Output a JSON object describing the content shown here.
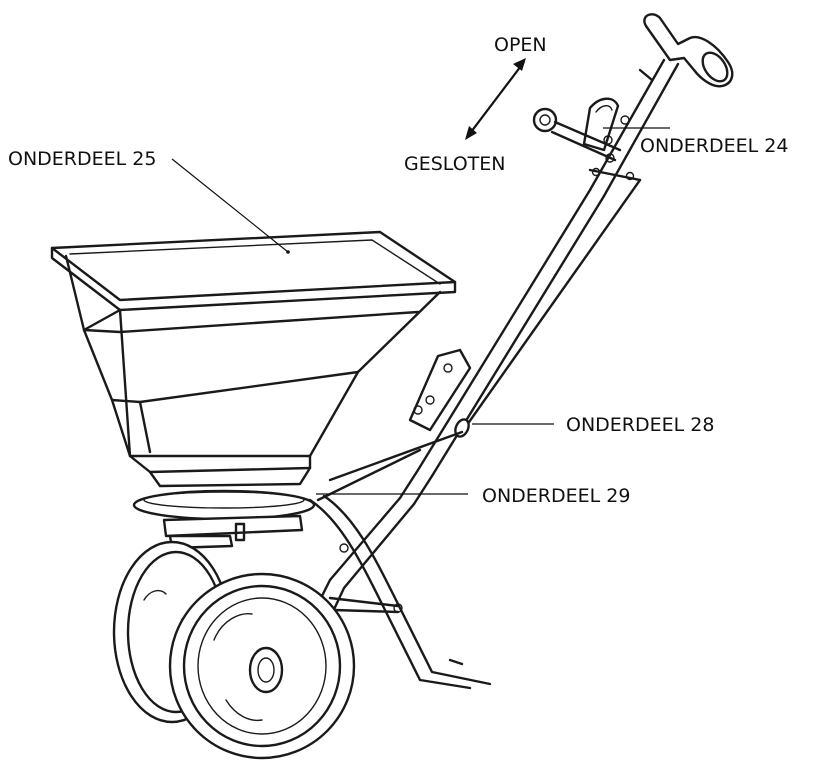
{
  "diagram": {
    "direction": {
      "open": "OPEN",
      "closed": "GESLOTEN"
    },
    "callouts": [
      {
        "id": "25",
        "text": "ONDERDEEL 25"
      },
      {
        "id": "24",
        "text": "ONDERDEEL 24"
      },
      {
        "id": "28",
        "text": "ONDERDEEL 28"
      },
      {
        "id": "29",
        "text": "ONDERDEEL 29"
      }
    ]
  }
}
